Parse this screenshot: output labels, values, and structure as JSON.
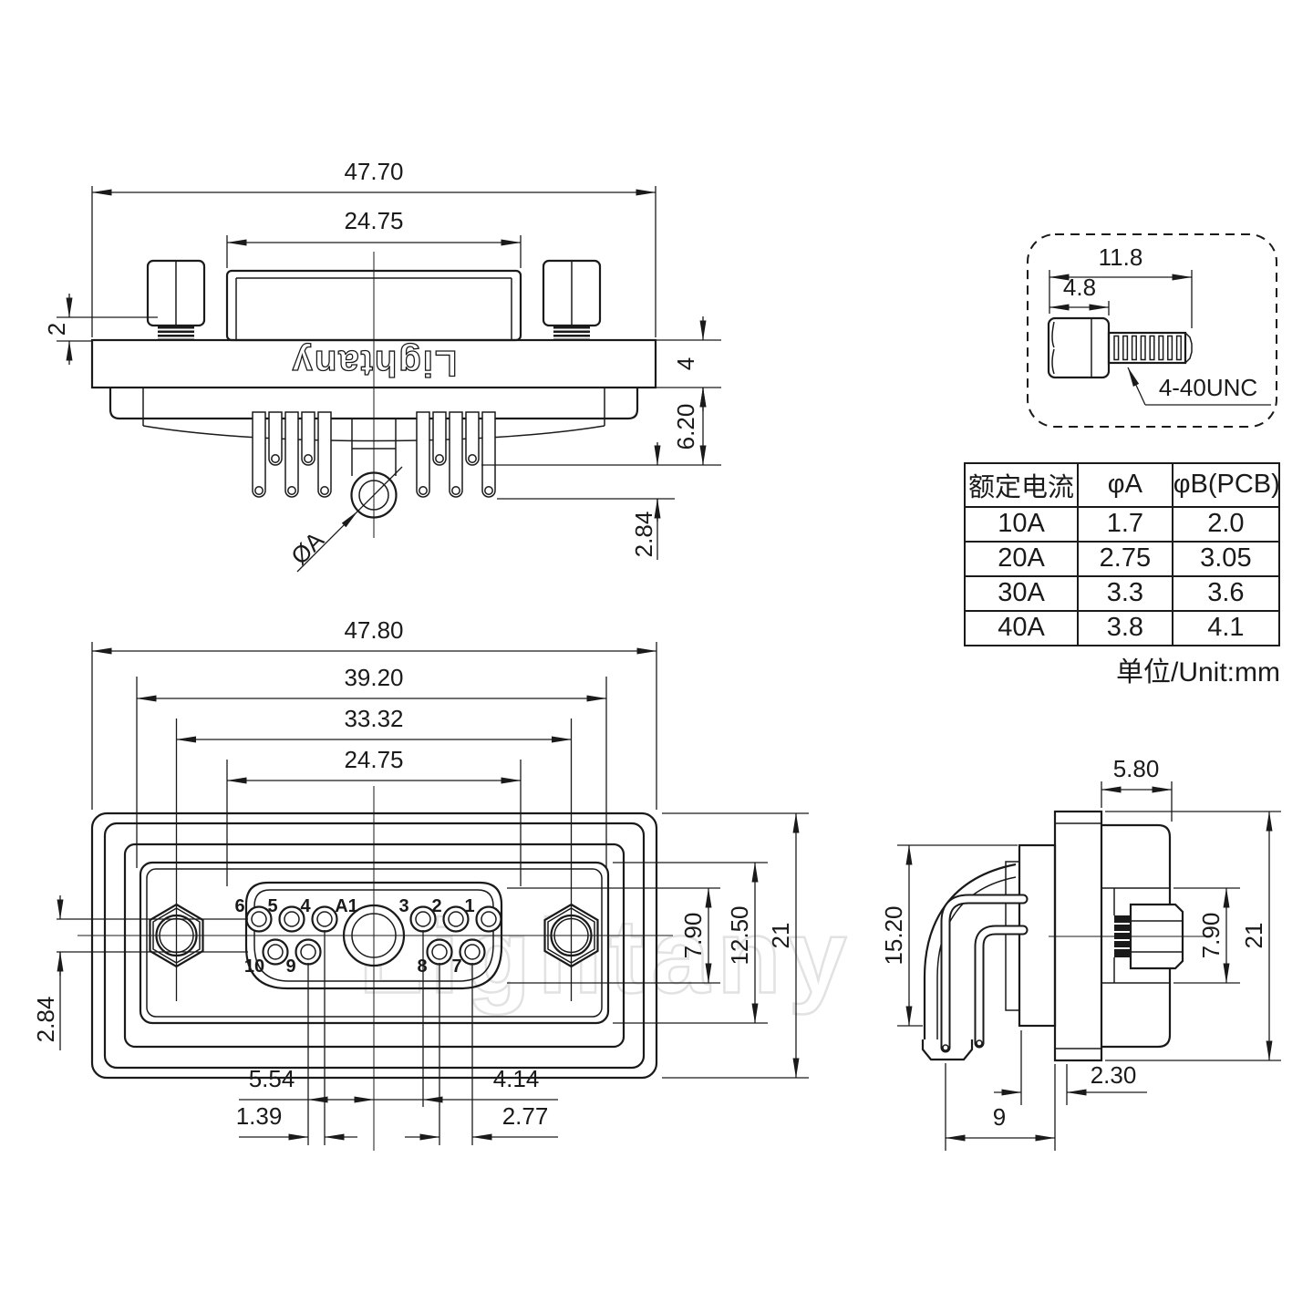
{
  "page": {
    "background": "#ffffff",
    "line_color": "#1a1a1a",
    "watermark_color": "#e2e2e2"
  },
  "brand": {
    "flange_text": "Lightany",
    "watermark_text": "Lightany"
  },
  "top_view": {
    "dims": {
      "overall_width": "47.70",
      "shroud_width": "24.75",
      "screw_standoff": "2",
      "flange_thickness": "4",
      "body_depth": "6.20",
      "pin_tail": "2.84"
    },
    "hole_label": "ØA"
  },
  "screw_detail": {
    "dims": {
      "overall_length": "11.8",
      "head_length": "4.8"
    },
    "thread_spec": "4-40UNC"
  },
  "current_table": {
    "headers": [
      "额定电流",
      "φA",
      "φB(PCB)"
    ],
    "rows": [
      [
        "10A",
        "1.7",
        "2.0"
      ],
      [
        "20A",
        "2.75",
        "3.05"
      ],
      [
        "30A",
        "3.3",
        "3.6"
      ],
      [
        "40A",
        "3.8",
        "4.1"
      ]
    ],
    "unit_note": "单位/Unit:mm"
  },
  "front_view": {
    "dims": {
      "overall_width": "47.80",
      "bracket_width": "39.20",
      "screw_spacing": "33.32",
      "shell_width": "24.75",
      "row_offset": "2.84",
      "pin9_to_center": "5.54",
      "row_stagger": "1.39",
      "center_to_pin3": "4.14",
      "pin_pitch": "2.77",
      "shell_height": "7.90",
      "insert_height": "12.50",
      "flange_height": "21"
    },
    "pin_labels": {
      "top_row": [
        "6",
        "5",
        "4",
        "A1",
        "3",
        "2",
        "1"
      ],
      "bottom_row": [
        "10",
        "9",
        "8",
        "7"
      ]
    }
  },
  "side_view": {
    "dims": {
      "shell_depth": "5.80",
      "body_height": "15.20",
      "shell_height": "7.90",
      "flange_height": "21",
      "pin_setback": "2.30",
      "pin_to_flange": "9"
    }
  }
}
